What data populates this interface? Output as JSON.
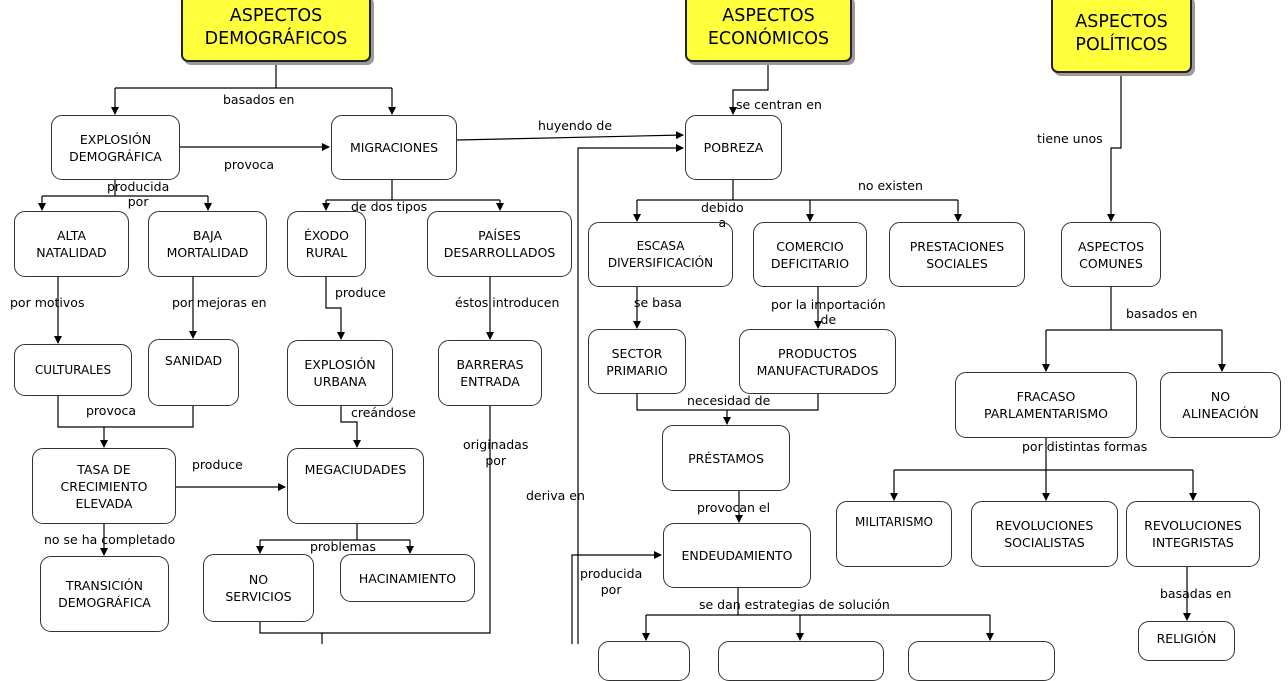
{
  "nodes": {
    "demo": "ASPECTOS\nDEMOGRÁFICOS",
    "econ": "ASPECTOS\nECONÓMICOS",
    "pol": "ASPECTOS\nPOLÍTICOS",
    "explosion_demografica": "EXPLOSIÓN\nDEMOGRÁFICA",
    "migraciones": "MIGRACIONES",
    "pobreza": "POBREZA",
    "alta_natalidad": "ALTA\nNATALIDAD",
    "baja_mortalidad": "BAJA\nMORTALIDAD",
    "exodo_rural": "ÉXODO\nRURAL",
    "paises_desarrollados": "PAÍSES\nDESARROLLADOS",
    "escasa_diversificacion": "ESCASA\nDIVERSIFICACIÓN",
    "comercio_deficitario": "COMERCIO\nDEFICITARIO",
    "prestaciones_sociales": "PRESTACIONES\nSOCIALES",
    "aspectos_comunes": "ASPECTOS\nCOMUNES",
    "culturales": "CULTURALES",
    "sanidad": "SANIDAD",
    "explosion_urbana": "EXPLOSIÓN\nURBANA",
    "barreras_entrada": "BARRERAS\nENTRADA",
    "sector_primario": "SECTOR\nPRIMARIO",
    "productos_manufacturados": "PRODUCTOS\nMANUFACTURADOS",
    "fracaso_parlamentarismo": "FRACASO\nPARLAMENTARISMO",
    "no_alineacion": "NO\nALINEACIÓN",
    "tasa_crecimiento": "TASA DE\nCRECIMIENTO\nELEVADA",
    "megaciudades": "MEGACIUDADES",
    "prestamos": "PRÉSTAMOS",
    "transicion_demografica": "TRANSICIÓN\nDEMOGRÁFICA",
    "no_servicios": "NO\nSERVICIOS",
    "hacinamiento": "HACINAMIENTO",
    "endeudamiento": "ENDEUDAMIENTO",
    "militarismo": "MILITARISMO",
    "revoluciones_socialistas": "REVOLUCIONES\nSOCIALISTAS",
    "revoluciones_integristas": "REVOLUCIONES\nINTEGRISTAS",
    "religion": "RELIGIÓN"
  },
  "links": {
    "basados_en_demo": "basados en",
    "se_centran_en": "se centran en",
    "tiene_unos": "tiene unos",
    "huyendo_de": "huyendo de",
    "provoca_1": "provoca",
    "producida_por": "producida\npor",
    "de_dos_tipos": "de dos tipos",
    "no_existen": "no existen",
    "debido_a": "debido\na",
    "por_motivos": "por motivos",
    "por_mejoras_en": "por mejoras en",
    "produce_1": "produce",
    "estos_introducen": "éstos introducen",
    "se_basa": "se basa",
    "por_la_importacion_de": "por la importación\nde",
    "basados_en_pol": "basados en",
    "provoca_2": "provoca",
    "creandose": "creándose",
    "originadas_por": "originadas\npor",
    "necesidad_de": "necesidad de",
    "por_distintas_formas": "por distintas formas",
    "produce_2": "produce",
    "deriva_en": "deriva en",
    "provocan_el": "provocan el",
    "no_se_ha_completado": "no se ha completado",
    "problemas": "problemas",
    "producida_por_2": "producida\npor",
    "se_dan_estrategias": "se dan estrategias de solución",
    "basadas_en": "basadas en"
  },
  "colors": {
    "top_fill": "#ffff3b",
    "line": "#000000"
  }
}
